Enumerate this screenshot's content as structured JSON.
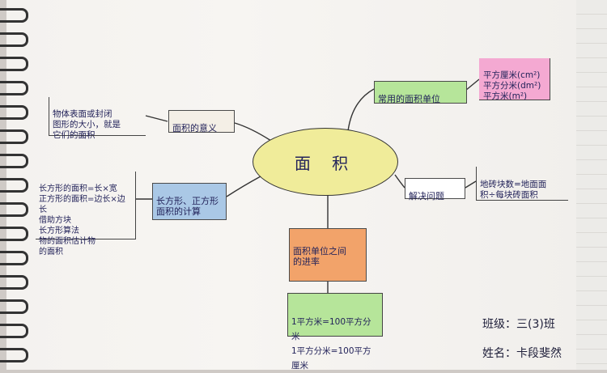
{
  "center": "面 积",
  "nodes": {
    "meaning": {
      "label": "面积的意义",
      "color": "#f4efe6"
    },
    "units": {
      "label": "常用的面积单位",
      "color": "#b6e59a"
    },
    "rect_calc": {
      "label": "长方形、正方形\n面积的计算",
      "color": "#aac8e6"
    },
    "solve": {
      "label": "解决问题",
      "color": "#ffffff"
    },
    "rate": {
      "label": "面积单位之间\n的进率",
      "color": "#f2a36a"
    }
  },
  "notes": {
    "meaning": "物体表面或封闭\n图形的大小，就是\n它们的面积",
    "units": "平方厘米(cm²)\n平方分米(dm²)\n平方米(m²)",
    "rect_calc": "长方形的面积=长×宽\n正方形的面积=边长×边长\n借助方块\n长方形算法\n物的面积估计物\n的面积",
    "solve": "地砖块数=地面面\n积÷每块砖面积",
    "rate": "1平方米=100平方分米\n1平方分米=100平方厘米"
  },
  "signature": {
    "class_line": "班级：三(3)班",
    "name_line": "姓名：卡段斐然"
  },
  "colors": {
    "units_note_bg": "#f4a9d2",
    "rate_note_bg": "#b6e59a",
    "center_bg": "#f0ec9a"
  }
}
